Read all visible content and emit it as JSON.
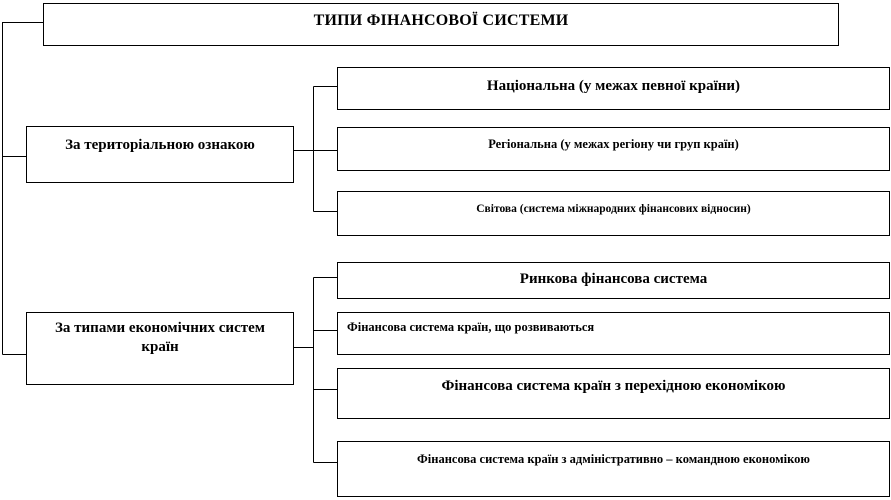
{
  "title": "ТИПИ ФІНАНСОВОЇ СИСТЕМИ",
  "categories": [
    {
      "label": "За територіальною ознакою",
      "items": [
        "Національна (у межах певної країни)",
        "Регіональна  (у межах регіону чи груп країн)",
        "Світова (система міжнародних фінансових  відносин)"
      ]
    },
    {
      "label": "За типами економічних систем країн",
      "items": [
        "Ринкова фінансова система",
        "Фінансова система країн, що розвиваються",
        "Фінансова система країн з перехідною економікою",
        "Фінансова  система  країн  з адміністративно  – командною  економікою"
      ]
    }
  ]
}
